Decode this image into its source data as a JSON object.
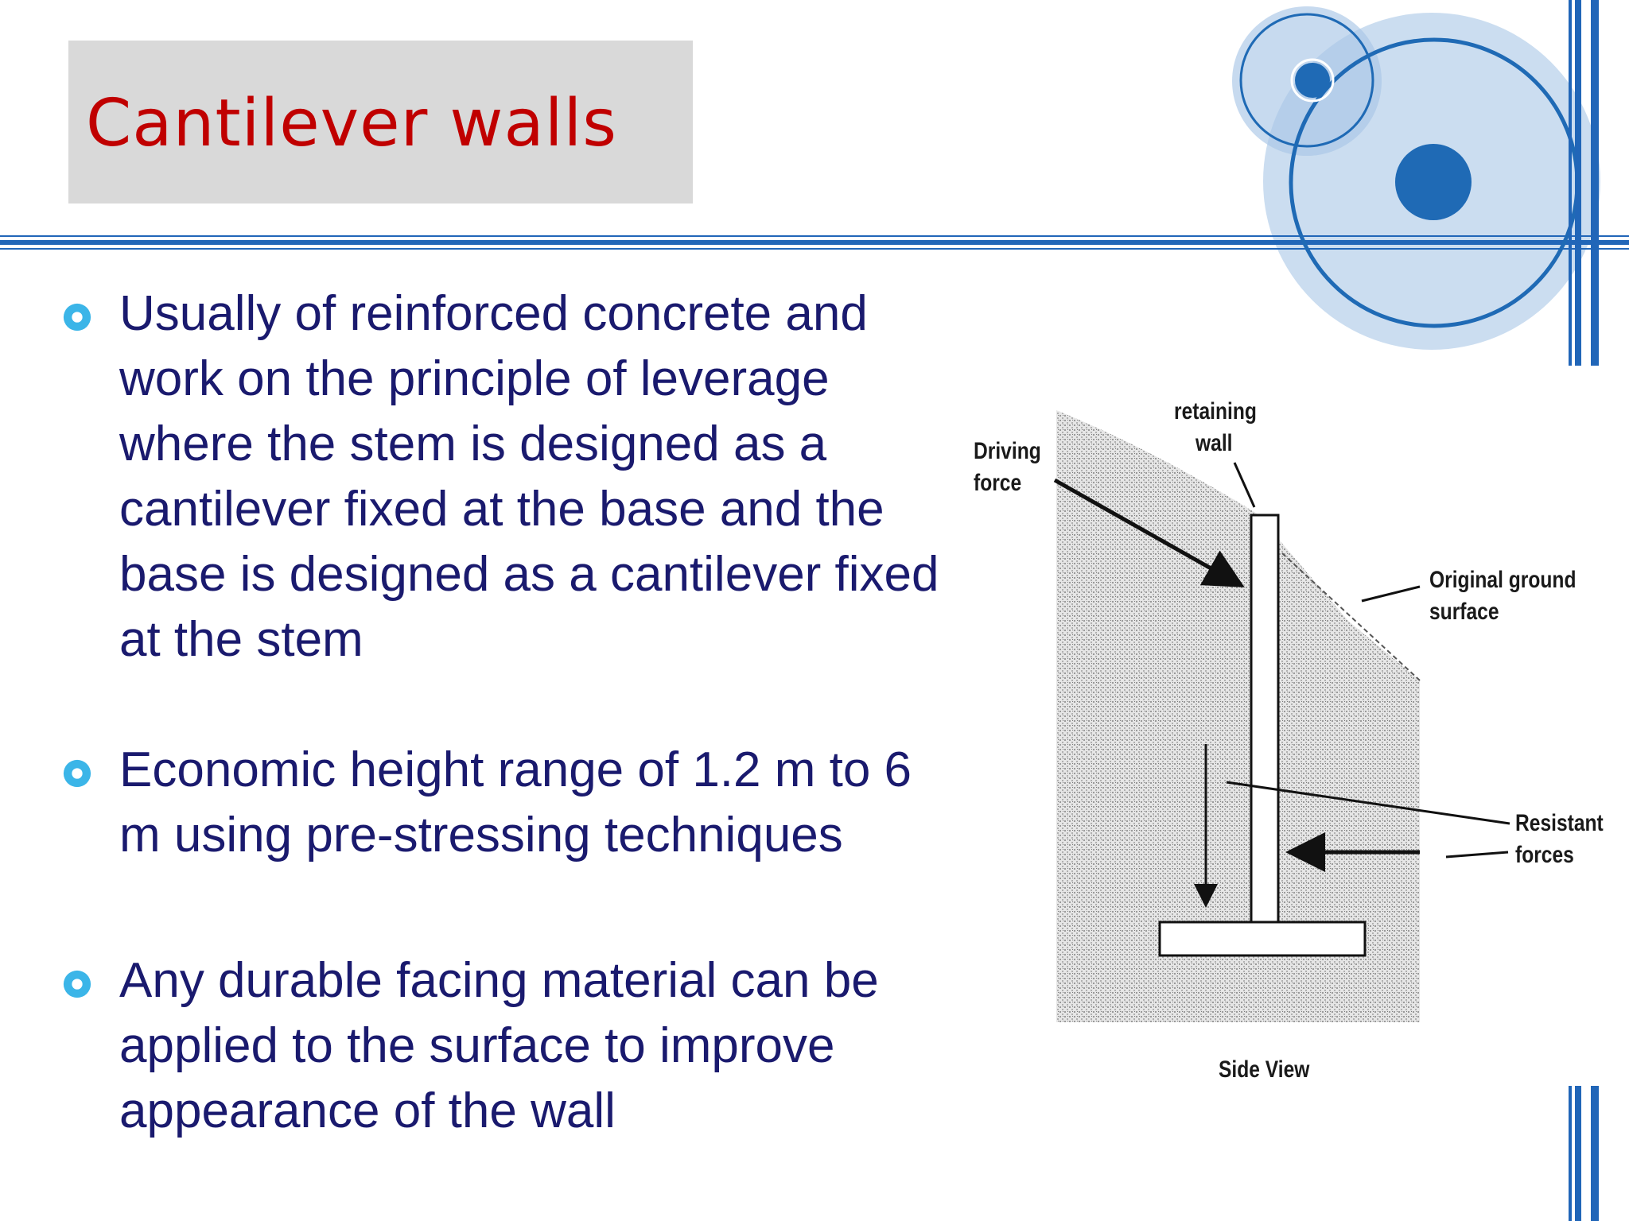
{
  "slide": {
    "title": "Cantilever walls",
    "bullets": [
      "Usually of reinforced concrete and work on the principle of leverage where the stem is designed as a cantilever fixed at the base and the base is designed as a cantilever fixed at the stem",
      "Economic height range of 1.2 m to 6 m using pre-stressing techniques",
      "Any durable facing material can be applied to the surface to improve appearance of the wall"
    ]
  },
  "diagram": {
    "labels": {
      "retaining_wall_1": "retaining",
      "retaining_wall_2": "wall",
      "driving_force_1": "Driving",
      "driving_force_2": "force",
      "original_ground_1": "Original ground",
      "original_ground_2": "surface",
      "resistant_forces_1": "Resistant",
      "resistant_forces_2": "forces",
      "caption": "Side View"
    }
  },
  "colors": {
    "title": "#c00000",
    "title_background": "#d9d9d9",
    "body_text": "#1a1a6e",
    "accent_blue": "#1f6ab5",
    "light_blue": "#c5d9ee",
    "bullet_cyan": "#3bb5e8"
  },
  "icons": {
    "bullet": "ring-bullet-icon"
  }
}
